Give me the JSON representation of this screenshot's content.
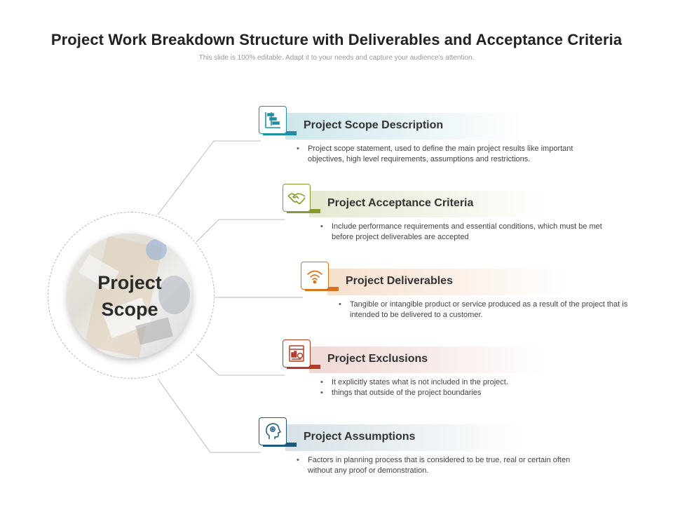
{
  "slide": {
    "title": "Project Work Breakdown Structure with Deliverables and Acceptance Criteria",
    "subtitle": "This slide is 100% editable. Adapt it to your needs and capture your audience's attention."
  },
  "hub": {
    "line1": "Project",
    "line2": "Scope"
  },
  "items": [
    {
      "heading": "Project Scope Description",
      "icon": "gantt-chart-icon",
      "color": "#1f8fa6",
      "bullets": [
        "Project scope statement, used to define the main project results like important objectives, high level requirements,  assumptions and restrictions."
      ]
    },
    {
      "heading": "Project Acceptance Criteria",
      "icon": "handshake-icon",
      "color": "#8a9a2a",
      "bullets": [
        "Include performance requirements and essential conditions, which must be met before project deliverables are accepted"
      ]
    },
    {
      "heading": "Project Deliverables",
      "icon": "wifi-signal-icon",
      "color": "#d9731f",
      "bullets": [
        "Tangible or intangible product or service produced as a result of the project that is intended to be delivered to a customer."
      ]
    },
    {
      "heading": "Project Exclusions",
      "icon": "document-chart-icon",
      "color": "#b23a2a",
      "bullets": [
        "It explicitly states what is not included in   the project.",
        "things that outside of the project boundaries"
      ]
    },
    {
      "heading": "Project Assumptions",
      "icon": "head-gear-icon",
      "color": "#1d5a7a",
      "bullets": [
        "Factors in planning process that is considered to be true, real or certain often without any proof or demonstration."
      ]
    }
  ]
}
